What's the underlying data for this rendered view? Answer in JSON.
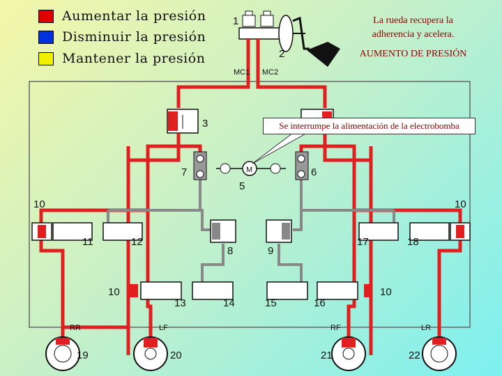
{
  "legend": [
    {
      "label": "Aumentar la presión",
      "color": "#e00000"
    },
    {
      "label": "Disminuir la presión",
      "color": "#0030e0"
    },
    {
      "label": "Mantener la presión",
      "color": "#f0f000"
    }
  ],
  "notes": {
    "top_right": "La rueda recupera la adherencia y acelera.",
    "mode": "AUMENTO DE PRESIÓN",
    "callout": "Se interrumpe la alimentación de la electrobomba"
  },
  "labels": {
    "mc1": "MC1",
    "mc2": "MC2",
    "rr": "RR",
    "lf": "LF",
    "rf": "RF",
    "lr": "LR",
    "motor": "M"
  },
  "numbers": {
    "n1": "1",
    "n2": "2",
    "n3": "3",
    "n5": "5",
    "n6": "6",
    "n7": "7",
    "n8": "8",
    "n9": "9",
    "n10a": "10",
    "n10b": "10",
    "n10c": "10",
    "n10d": "10",
    "n11": "11",
    "n12": "12",
    "n13": "13",
    "n14": "14",
    "n15": "15",
    "n16": "16",
    "n17": "17",
    "n18": "18",
    "n19": "19",
    "n20": "20",
    "n21": "21",
    "n22": "22"
  },
  "colors": {
    "pressure_line": "#e02020",
    "return_line": "#888888",
    "component": "#ffffff"
  }
}
